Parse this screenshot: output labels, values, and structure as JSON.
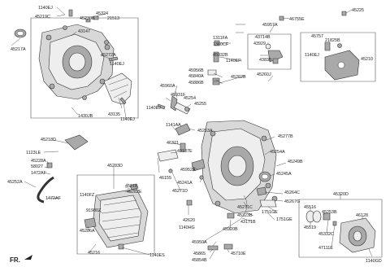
{
  "labels": {
    "l01": "1140EJ",
    "l02": "45219C",
    "l03": "45324",
    "l04": "21513",
    "l05": "45230B",
    "l06": "45217A",
    "l07": "43147",
    "l08": "45272A",
    "l09": "1140EJ",
    "l10": "1430JB",
    "l11": "43135",
    "l12": "1140EJ",
    "l13": "46755E",
    "l14": "45225",
    "l15": "45957A",
    "l16": "43714B",
    "l17": "43929",
    "l18": "43838",
    "l19": "45757",
    "l20": "21825B",
    "l21": "1140EJ",
    "l22": "45210",
    "l23": "1311FA",
    "l24": "1360CF",
    "l25": "45932B",
    "l26": "1140EP",
    "l27": "45956B",
    "l28": "45840A",
    "l29": "45886B",
    "l30": "45262B",
    "l31": "45260J",
    "l32": "45960A",
    "l33": "45931F",
    "l34": "45254",
    "l35": "45255",
    "l36": "1140EJ",
    "l37": "1141AA",
    "l38": "45253A",
    "l39": "46321",
    "l40": "43137E",
    "l41": "46155",
    "l42": "45952A",
    "l43": "45241A",
    "l44": "45271D",
    "l45": "42620",
    "l46": "1140HG",
    "l47": "45277B",
    "l48": "45254A",
    "l49": "45249B",
    "l50": "45245A",
    "l51": "45264C",
    "l52": "45267G",
    "l53": "45271C",
    "l54": "45323B",
    "l55": "43171B",
    "l56": "1751GE",
    "l57": "1751GE",
    "l58": "45920B",
    "l59": "45950A",
    "l60": "45865",
    "l61": "45854B",
    "l62": "45710E",
    "l63": "45218D",
    "l64": "1123LE",
    "l65": "45228A",
    "l66": "58027",
    "l67": "1472AF",
    "l68": "45252A",
    "l69": "1472AF",
    "l70": "45283D",
    "l71": "1140FZ",
    "l72": "45218",
    "l73": "45282E",
    "l74": "91980Z",
    "l75": "45286A",
    "l76": "45216",
    "l77": "1140ES",
    "l78": "45320D",
    "l79": "45516",
    "l80": "45253B",
    "l81": "46128",
    "l82": "45519",
    "l83": "45332C",
    "l84": "47111E",
    "l85": "1140GD"
  },
  "direction_marker": "FR."
}
